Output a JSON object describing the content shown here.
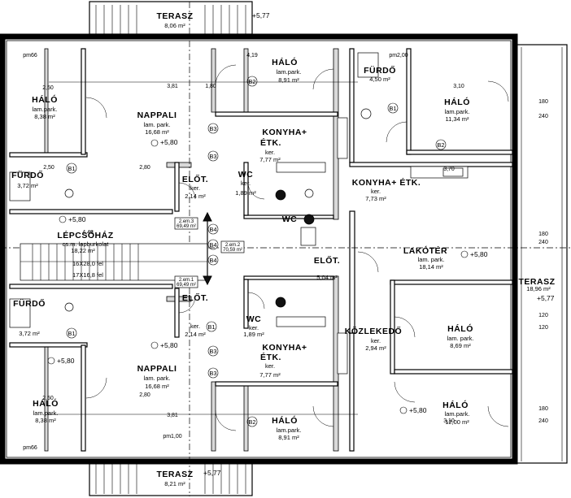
{
  "rooms": [
    {
      "name": "HÁLÓ",
      "floor": "lam.park.",
      "area": "8,38 m²"
    },
    {
      "name": "NAPPALI",
      "floor": "lam. park.",
      "area": "16,68 m²"
    },
    {
      "name": "HÁLÓ",
      "floor": "lam.park.",
      "area": "8,91 m²"
    },
    {
      "name": "FÜRDŐ",
      "area": "4,50 m²"
    },
    {
      "name": "HÁLÓ",
      "floor": "lam.park.",
      "area": "11,34 m²"
    },
    {
      "name": "KONYHA+",
      "name2": "ÉTK.",
      "floor": "ker.",
      "area": "7,77 m²"
    },
    {
      "name": "FÜRDŐ",
      "area": "3,72 m²"
    },
    {
      "name": "ELŐT.",
      "floor": "ker.",
      "area": "2,14 m²"
    },
    {
      "name": "WC",
      "floor": "ker.",
      "area": "1,89 m²"
    },
    {
      "name": "KONYHA+ ÉTK.",
      "floor": "ker.",
      "area": "7,73 m²"
    },
    {
      "name": "WC"
    },
    {
      "name": "LÉPCSŐHÁZ",
      "floor": "cs.m. lapburkolat",
      "area": "18,22 m²"
    },
    {
      "name": "LAKÓTÉR",
      "floor": "lam. park.",
      "area": "18,14 m²"
    },
    {
      "name": "ELŐT.",
      "area": "5,04 m²"
    },
    {
      "name": "TERASZ",
      "area": "18,96 m²"
    },
    {
      "name": "FÜRDŐ",
      "area": "3,72 m²"
    },
    {
      "name": "ELŐT.",
      "floor": "ker.",
      "area": "2,14 m²"
    },
    {
      "name": "WC",
      "floor": "ker.",
      "area": "1,89 m²"
    },
    {
      "name": "KÖZLEKEDŐ",
      "floor": "ker.",
      "area": "2,94 m²"
    },
    {
      "name": "HÁLÓ",
      "floor": "lam. park.",
      "area": "8,69 m²"
    },
    {
      "name": "KONYHA+",
      "name2": "ÉTK.",
      "floor": "ker.",
      "area": "7,77 m²"
    },
    {
      "name": "NAPPALI",
      "floor": "lam. park.",
      "area": "16,68 m²"
    },
    {
      "name": "HÁLÓ",
      "floor": "lam.park.",
      "area": "8,38 m²"
    },
    {
      "name": "HÁLÓ",
      "floor": "lam.park.",
      "area": "8,91 m²"
    },
    {
      "name": "HÁLÓ",
      "floor": "lam.park.",
      "area": "12,00 m²"
    },
    {
      "name": "TERASZ",
      "area": "8,06 m²"
    },
    {
      "name": "TERASZ",
      "area": "8,21 m²"
    }
  ],
  "levels": [
    "+5,80",
    "+5,80",
    "+5,80",
    "+5,80",
    "+5,80",
    "+5,80",
    "+5,77",
    "+5,77",
    "+5,77"
  ],
  "stair": {
    "line1": "16X28,0 fel",
    "line2": "17X16,8 fel",
    "box1a": "2.em.3",
    "box1b": "69,49 m²",
    "box2a": "2.em.2",
    "box2b": "70,59 m²",
    "box3a": "2.em.1",
    "box3b": "69,49 m²"
  },
  "tags": [
    "B2",
    "B3",
    "B3",
    "B4",
    "B4",
    "B4",
    "B3",
    "B3",
    "B2",
    "B2",
    "B1",
    "B1",
    "B1",
    "B1"
  ],
  "dims": [
    "pm66",
    "2,50",
    "3,81",
    "1,80",
    "2,80",
    "2,50",
    "4,48",
    "3,10",
    "pm2,00",
    "3,70",
    "2,80",
    "pm66",
    "2,50",
    "3,81",
    "3,10",
    "pm1,00",
    "4,19",
    "180",
    "240",
    "180",
    "240",
    "120",
    "120",
    "180",
    "240"
  ]
}
